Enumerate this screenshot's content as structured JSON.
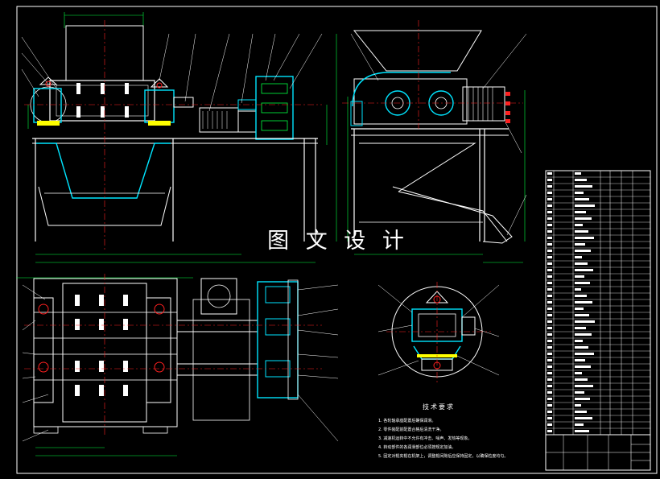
{
  "watermark": "图 文 设 计",
  "tech_requirements": {
    "title": "技术要求",
    "notes": [
      "1. 各轮轴承座配置后确保润滑。",
      "2. 零件装配前配置合格后清洗干净。",
      "3. 减速机运转中不允许有冲击、噪声、发热等现象。",
      "4. 转动部件的各润滑部位必须按规定加油。",
      "5. 固定对辊夹辊在机架上，调整辊间隙后应保持固定，以确保粒度均匀。"
    ]
  },
  "colors": {
    "background": "#000000",
    "line": "#ffffff",
    "part": "#00e5ff",
    "center": "#ff2020",
    "dimension": "#00ff40",
    "hatch": "#ffff00"
  }
}
